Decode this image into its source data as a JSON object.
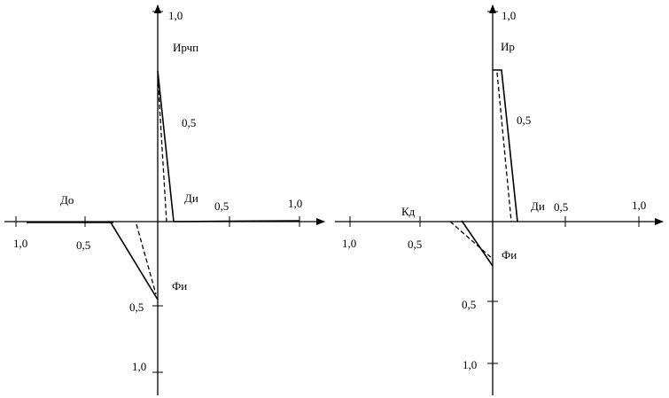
{
  "left_diagram": {
    "y_top_tick": "1,0",
    "y_axis_label": "Ирчп",
    "y_mid_tick": "0,5",
    "x_neg_label": "До",
    "x_pos_label": "Ди",
    "x_pos_tick_half": "0,5",
    "x_pos_tick_one": "1,0",
    "x_neg_tick_one": "1,0",
    "x_neg_tick_half": "0,5",
    "y_neg_label": "Фи",
    "y_neg_tick_half": "0,5",
    "y_neg_tick_one": "1,0"
  },
  "right_diagram": {
    "y_top_tick": "1,0",
    "y_axis_label": "Ир",
    "y_mid_tick": "0,5",
    "x_neg_label": "Кд",
    "x_pos_label": "Ди",
    "x_pos_tick_half": "0,5",
    "x_pos_tick_one": "1,0",
    "x_neg_tick_one": "1,0",
    "x_neg_tick_half": "0,5",
    "y_neg_label": "Фи",
    "y_neg_tick_half": "0,5",
    "y_neg_tick_one": "1,0"
  }
}
